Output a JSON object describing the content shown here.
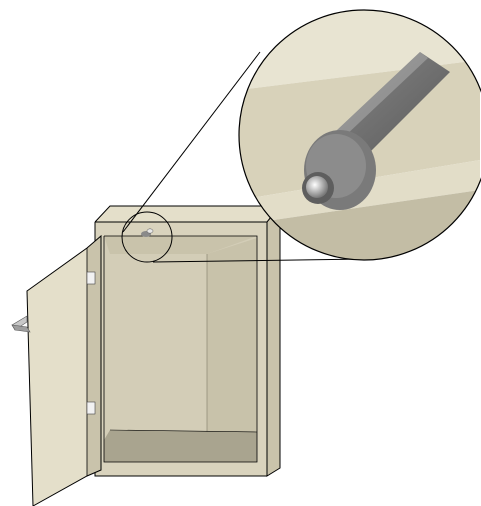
{
  "illustration": {
    "subject": "enclosure-with-open-door-and-stud-detail",
    "colors": {
      "background": "#ffffff",
      "panel_light": "#e4dfca",
      "panel_mid": "#d9d3bd",
      "panel_shade": "#c9c3ab",
      "panel_dark": "#b9b39c",
      "interior_back": "#d3cdb7",
      "interior_side": "#c8c2aa",
      "interior_floor": "#a9a48f",
      "outline": "#000000",
      "stud_body": "#6f6f6f",
      "stud_highlight": "#9a9a9a",
      "stud_tip": "#e8e8e8"
    },
    "icons": [
      "magnifier-callout-circle",
      "threaded-stud",
      "door-hinge",
      "door-handle"
    ]
  }
}
